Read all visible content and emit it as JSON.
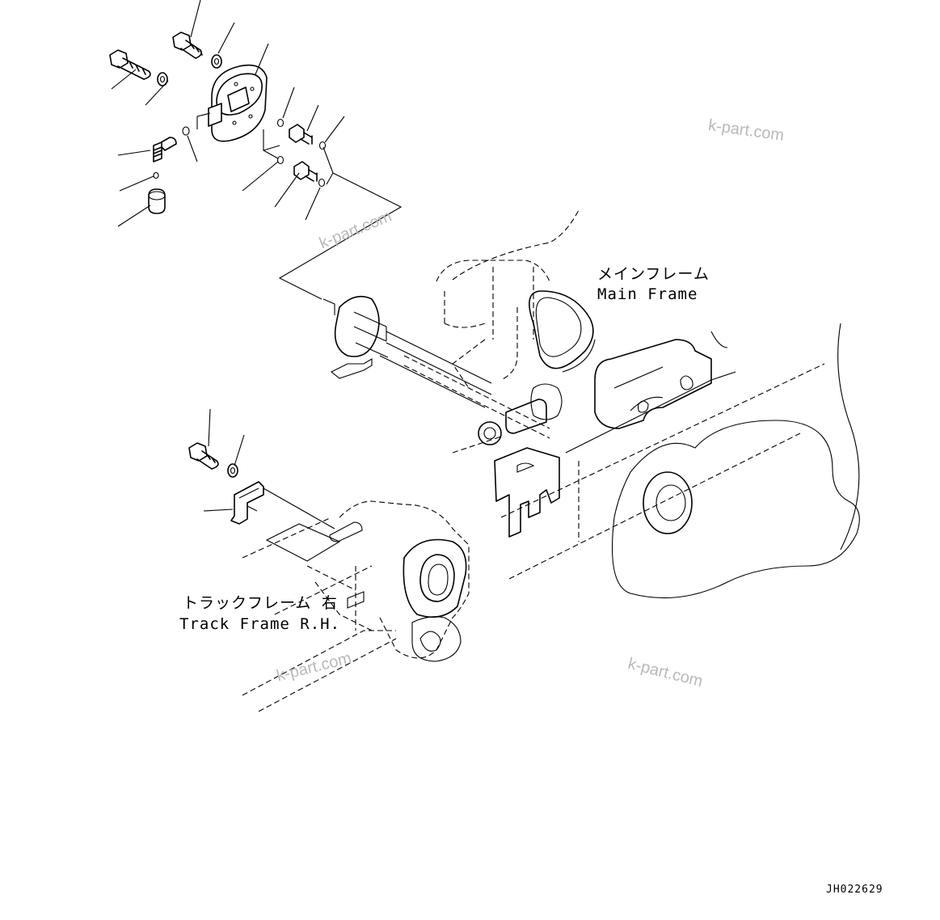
{
  "labels": {
    "main_frame_jp": "メインフレーム",
    "main_frame_en": "Main Frame",
    "track_frame_jp": "トラックフレーム 右",
    "track_frame_en": "Track Frame R.H."
  },
  "watermark": "k-part.com",
  "drawing_code": "JH022629",
  "icons": {
    "bolt": "bolt-icon",
    "washer": "washer-icon",
    "cover": "pivot-cover-icon",
    "grease_fitting": "grease-fitting-icon",
    "cap": "cap-icon",
    "o_ring": "o-ring-icon",
    "plate": "plate-icon"
  }
}
